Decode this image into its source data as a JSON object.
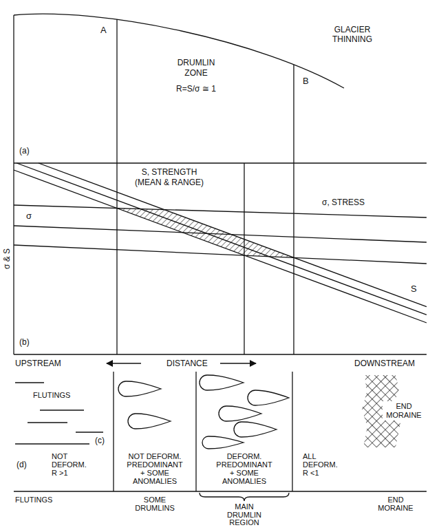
{
  "diagram": {
    "labels": [
      "A",
      "B",
      "GLACIER THINNING",
      "DRUMLIN ZONE",
      "R=S/σ ≅ 1",
      "(a)",
      "S, STRENGTH (MEAN & RANGE)",
      "σ, STRESS",
      "σ",
      "S",
      "σ & S",
      "(b)",
      "UPSTREAM",
      "DISTANCE",
      "DOWNSTREAM",
      "FLUTINGS",
      "END MORAINE",
      "(c)",
      "NOT DEFORM. R >1",
      "NOT DEFORM. PREDOMINANT + SOME ANOMALIES",
      "DEFORM. PREDOMINANT + SOME ANOMALIES",
      "ALL DEFORM. R <1",
      "(d)",
      "FLUTINGS",
      "SOME DRUMLINS",
      "MAIN DRUMLIN REGION",
      "END MORAINE"
    ]
  }
}
